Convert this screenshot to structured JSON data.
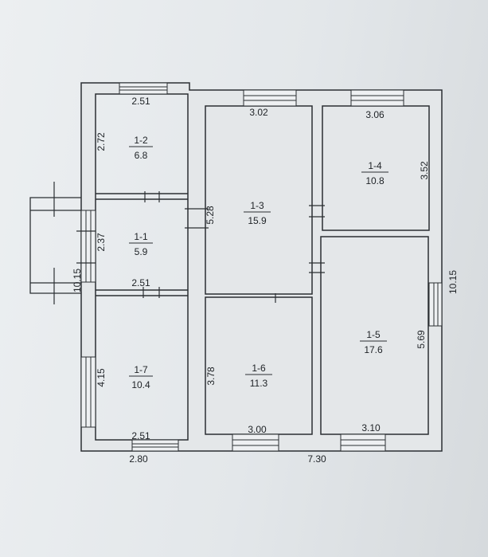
{
  "plan": {
    "rooms": [
      {
        "id": "1-1",
        "area": "5.9"
      },
      {
        "id": "1-2",
        "area": "6.8"
      },
      {
        "id": "1-3",
        "area": "15.9"
      },
      {
        "id": "1-4",
        "area": "10.8"
      },
      {
        "id": "1-5",
        "area": "17.6"
      },
      {
        "id": "1-6",
        "area": "11.3"
      },
      {
        "id": "1-7",
        "area": "10.4"
      }
    ],
    "dimensions": {
      "room12_top": "2.51",
      "room12_left": "2.72",
      "room11_left": "2.37",
      "room11_bottom": "2.51",
      "room7_left": "4.15",
      "room7_bottom": "2.51",
      "room3_top": "3.02",
      "room3_right": "5.28",
      "room4_top": "3.06",
      "room4_right": "3.52",
      "room5_right": "5.69",
      "room5_bottom": "3.10",
      "room6_left": "3.78",
      "room6_bottom": "3.00",
      "outer_left": "10.15",
      "outer_right": "10.15",
      "outer_bottom_left": "2.80",
      "outer_bottom_main": "7.30"
    }
  }
}
